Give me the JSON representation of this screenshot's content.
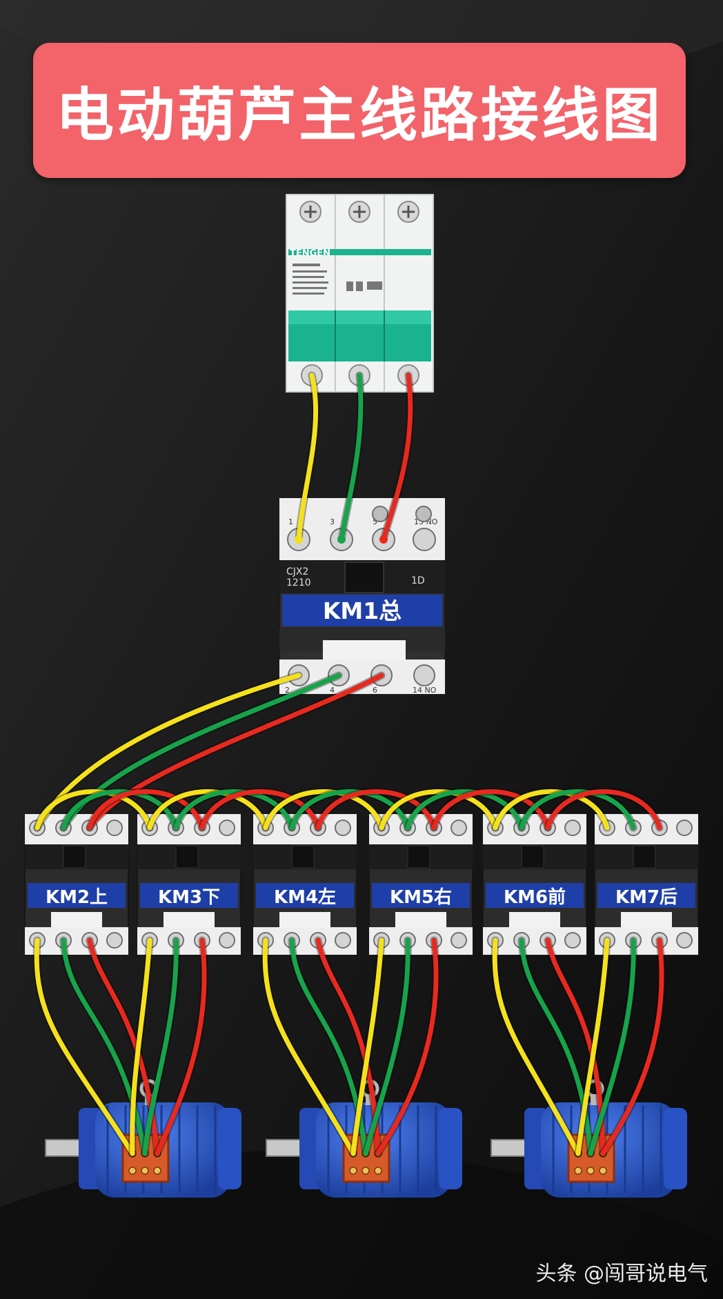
{
  "title": "电动葫芦主线路接线图",
  "breaker": {
    "brand": "TENGEN"
  },
  "main_contactor": {
    "model_line1": "CJX2",
    "model_line2": "1210",
    "aux": "1D",
    "label": "KM1总",
    "top_terminals": [
      "1",
      "3",
      "5",
      "13 NO"
    ],
    "bottom_terminals": [
      "2",
      "4",
      "6",
      "14 NO"
    ]
  },
  "contactors": [
    {
      "label": "KM2上"
    },
    {
      "label": "KM3下"
    },
    {
      "label": "KM4左"
    },
    {
      "label": "KM5右"
    },
    {
      "label": "KM6前"
    },
    {
      "label": "KM7后"
    }
  ],
  "wire_colors": {
    "L1": "#f5e11b",
    "L2": "#17a34a",
    "L3": "#e8291f"
  },
  "colors": {
    "banner": "#f2636a",
    "label_blue": "#1f3fa8",
    "motor_blue": "#2b57c9",
    "breaker_handle": "#19b38f"
  },
  "watermark": "头条 @闯哥说电气"
}
